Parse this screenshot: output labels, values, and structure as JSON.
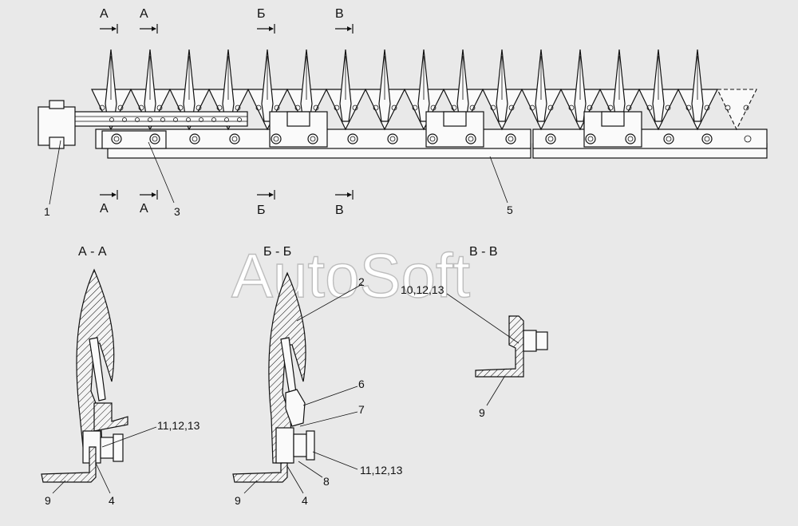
{
  "watermark": "AutoSoft",
  "section_marks": {
    "top": [
      "А",
      "А",
      "Б",
      "В"
    ],
    "bottom": [
      "А",
      "А",
      "Б",
      "В"
    ]
  },
  "section_titles": [
    "А - А",
    "Б - Б",
    "В - В"
  ],
  "callouts": {
    "main": [
      "1",
      "3",
      "5"
    ],
    "aa": [
      "11,12,13",
      "9",
      "4"
    ],
    "bb": [
      "2",
      "6",
      "7",
      "11,12,13",
      "8",
      "9",
      "4"
    ],
    "vv": [
      "10,12,13",
      "9"
    ]
  }
}
